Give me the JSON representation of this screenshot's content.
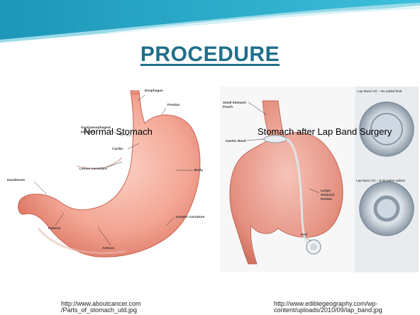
{
  "slide": {
    "title": "PROCEDURE",
    "title_color": "#1f6f8b",
    "accent_colors": [
      "#2aa9c9",
      "#8ed6e6",
      "#e8f7fb"
    ]
  },
  "left_figure": {
    "caption": "Normal Stomach",
    "labels": {
      "esophagus": "Esophagus",
      "fundus": "Fundus",
      "gastroesophageal": "Gastroesophageal",
      "junction": "junction",
      "cardia": "Cardia",
      "lesser_curvature": "Lesser curvature",
      "body": "Body",
      "duodenum": "Duodenum",
      "pylorus": "Pylorus",
      "greater_curvature": "Greater curvature",
      "antrum": "Antrum"
    },
    "source_url_line1": "http://www.aboutcancer.com",
    "source_url_line2": "/Parts_of_stomach_utd.jpg"
  },
  "right_figure": {
    "caption": "Stomach after Lap Band Surgery",
    "labels": {
      "small_stomach": "Small Stomach",
      "pouch": "Pouch",
      "gastric_band": "Gastric Band",
      "larger": "Larger",
      "stomach": "Stomach",
      "portion": "Portion",
      "port": "Port",
      "ring_top": "Lap Band VG – No added fluid",
      "ring_bottom": "Lap Band VG – 8 ml saline added"
    },
    "source_url_line1": "http://www.ediblegeography.com/wp-",
    "source_url_line2": "content/uploads/2010/09/lap_band.jpg"
  }
}
